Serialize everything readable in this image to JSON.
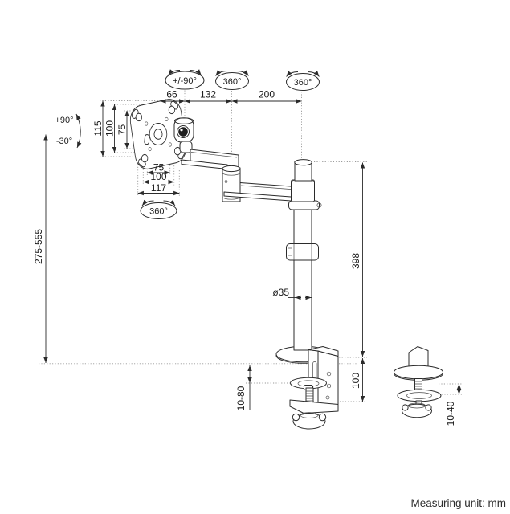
{
  "style": {
    "background": "#ffffff",
    "line_color": "#2b2b2b",
    "dotted_line_color": "#9a9a9a"
  },
  "footer": {
    "measuring_unit": "Measuring unit: mm"
  },
  "rotation_labels": {
    "head_swivel": "+/-90°",
    "arm_joint": "360°",
    "pole_rotation": "360°",
    "vesa_rotation": "360°"
  },
  "tilt_labels": {
    "up": "+90°",
    "down": "-30°"
  },
  "dimensions": {
    "arm_front": "66",
    "arm_mid": "132",
    "arm_rear": "200",
    "plate_height": "115",
    "vesa_v100": "100",
    "vesa_v75": "75",
    "vesa_h75": "75",
    "vesa_h100": "100",
    "plate_width": "117",
    "height_range": "275-555",
    "pole_diameter": "ø35",
    "pole_height": "398",
    "clamp_thickness": "10-80",
    "clamp_height": "100",
    "grommet_thickness": "10-40"
  }
}
